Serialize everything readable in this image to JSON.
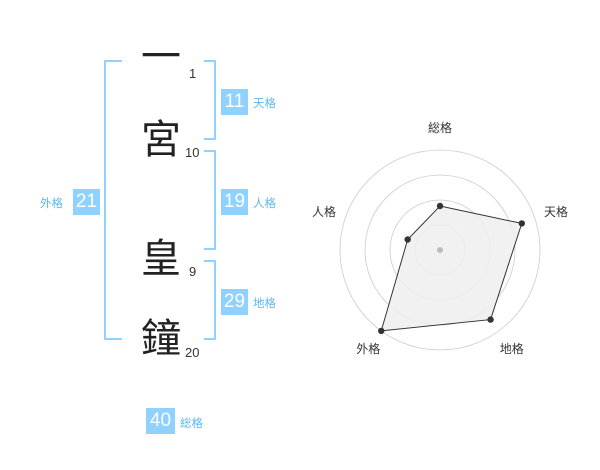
{
  "name": {
    "characters": [
      {
        "char": "一",
        "strokes": "1"
      },
      {
        "char": "宮",
        "strokes": "10"
      },
      {
        "char": "皇",
        "strokes": "9"
      },
      {
        "char": "鐘",
        "strokes": "20"
      }
    ]
  },
  "kaku": {
    "tenkaku": {
      "value": "11",
      "label": "天格"
    },
    "jinkaku": {
      "value": "19",
      "label": "人格"
    },
    "chikaku": {
      "value": "29",
      "label": "地格"
    },
    "gaikaku": {
      "value": "21",
      "label": "外格"
    },
    "soukaku": {
      "value": "40",
      "label": "総格"
    }
  },
  "colors": {
    "accent": "#8fd1ff",
    "accent_text": "#5cb8f0",
    "radar_fill": "#eeeeee",
    "radar_ring": "#cccccc"
  },
  "chart_data": {
    "type": "radar",
    "axes": [
      "総格",
      "天格",
      "地格",
      "外格",
      "人格"
    ],
    "values": [
      2.2,
      4.3,
      4.3,
      5.0,
      1.7
    ],
    "max": 5,
    "rings": 4,
    "center_dot": true
  }
}
